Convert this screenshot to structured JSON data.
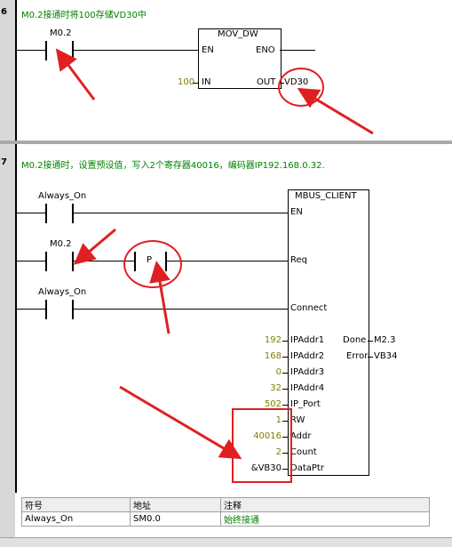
{
  "rung6": {
    "number": "6",
    "comment": "M0.2接通时将100存储VD30中",
    "contact_label": "M0.2",
    "block": {
      "title": "MOV_DW",
      "en": "EN",
      "eno": "ENO",
      "in_label": "IN",
      "out_label": "OUT",
      "in_value": "100",
      "out_value": "VD30"
    }
  },
  "rung7": {
    "number": "7",
    "comment": "M0.2接通时，设置预设值，写入2个寄存器40016，编码器IP192.168.0.32.",
    "contact1_label": "Always_On",
    "contact2_label": "M0.2",
    "p_label": "P",
    "contact3_label": "Always_On",
    "block": {
      "title": "MBUS_CLIENT",
      "inputs": [
        {
          "name": "EN",
          "value": ""
        },
        {
          "name": "Req",
          "value": ""
        },
        {
          "name": "Connect",
          "value": ""
        },
        {
          "name": "IPAddr1",
          "value": "192"
        },
        {
          "name": "IPAddr2",
          "value": "168"
        },
        {
          "name": "IPAddr3",
          "value": "0"
        },
        {
          "name": "IPAddr4",
          "value": "32"
        },
        {
          "name": "IP_Port",
          "value": "502"
        },
        {
          "name": "RW",
          "value": "1"
        },
        {
          "name": "Addr",
          "value": "40016"
        },
        {
          "name": "Count",
          "value": "2"
        },
        {
          "name": "DataPtr",
          "value": "&VB30"
        }
      ],
      "outputs": [
        {
          "name": "Done",
          "value": "M2.3"
        },
        {
          "name": "Error",
          "value": "VB34"
        }
      ]
    }
  },
  "symbol_table": {
    "headers": [
      "符号",
      "地址",
      "注释"
    ],
    "rows": [
      [
        "Always_On",
        "SM0.0",
        "始终接通"
      ]
    ]
  },
  "colors": {
    "comment": "#008000",
    "constant": "#808000",
    "annotation": "#e02020"
  }
}
